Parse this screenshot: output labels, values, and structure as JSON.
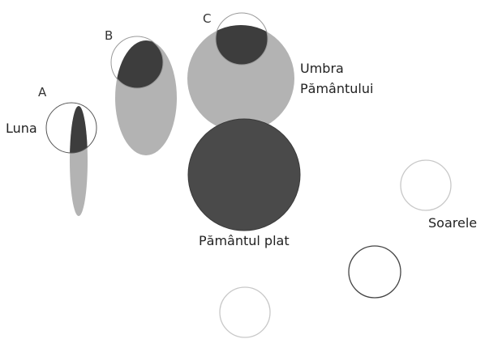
{
  "labels": {
    "a": "A",
    "b": "B",
    "c": "C",
    "moon": "Luna",
    "earth_shadow_line1": "Umbra",
    "earth_shadow_line2": "Pământului",
    "flat_earth": "Pământul plat",
    "sun": "Soarele"
  },
  "colors": {
    "shadow_light": "#b3b3b3",
    "shadow_dark": "#3d3d3d",
    "earth_disk": "#4a4a4a",
    "outline": "#555555",
    "sun_outline": "#c8c8c8"
  }
}
